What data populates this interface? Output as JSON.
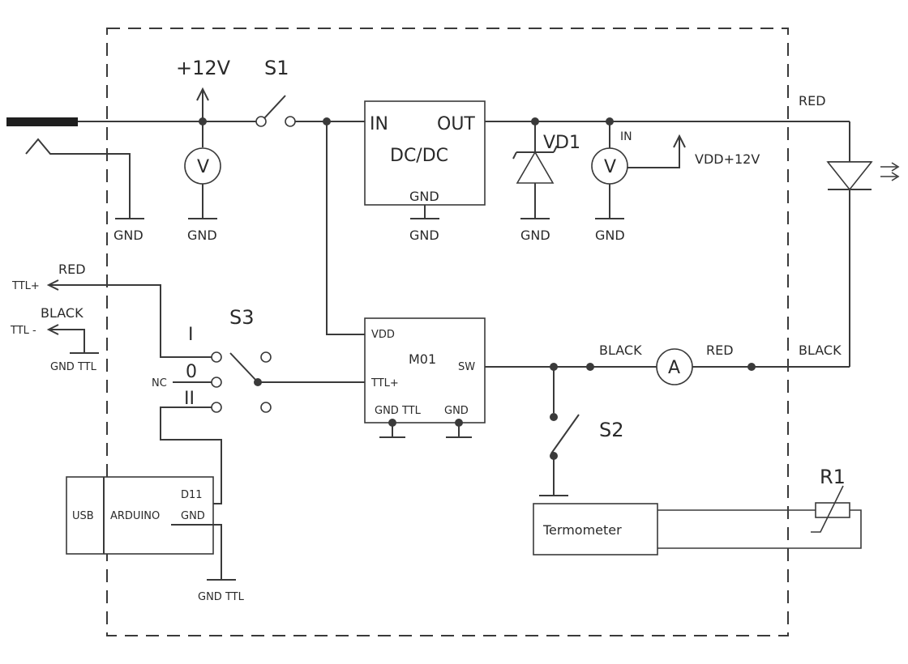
{
  "labels": {
    "plus12v": "+12V",
    "s1": "S1",
    "s2": "S2",
    "s3": "S3",
    "vd1": "VD1",
    "r1": "R1",
    "dcdc_in": "IN",
    "dcdc_out": "OUT",
    "dcdc_title": "DC/DC",
    "dcdc_gnd": "GND",
    "gnd": "GND",
    "vmeter": "V",
    "ammeter": "A",
    "meter_in": "IN",
    "vdd12": "VDD+12V",
    "red": "RED",
    "black": "BLACK",
    "ttl_plus": "TTL+",
    "ttl_minus": "TTL -",
    "gnd_ttl": "GND TTL",
    "pos_i": "I",
    "pos_0": "0",
    "pos_ii": "II",
    "nc": "NC",
    "m01_vdd": "VDD",
    "m01_name": "M01",
    "m01_sw": "SW",
    "m01_ttl": "TTL+",
    "m01_gndttl": "GND TTL",
    "m01_gnd": "GND",
    "usb": "USB",
    "arduino": "ARDUINO",
    "d11": "D11",
    "termometer": "Termometer"
  },
  "colors": {
    "line": "#3a3a3a",
    "text": "#2a2a2a",
    "background": "#ffffff"
  }
}
